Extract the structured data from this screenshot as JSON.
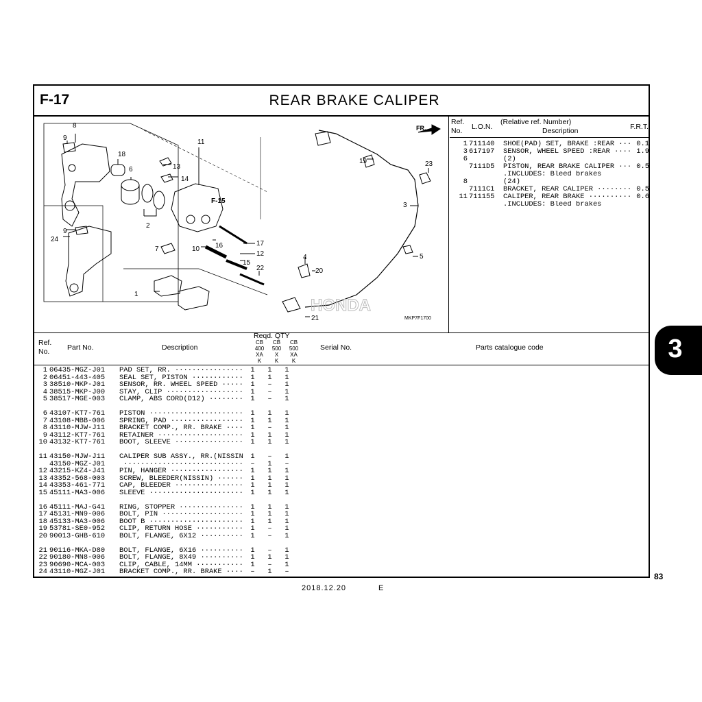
{
  "header": {
    "section": "F-17",
    "title": "REAR BRAKE CALIPER"
  },
  "diagram": {
    "callouts": [
      "8",
      "9",
      "18",
      "6",
      "13",
      "14",
      "11",
      "F-15",
      "24",
      "9",
      "2",
      "17",
      "16",
      "10",
      "12",
      "15",
      "7",
      "22",
      "1",
      "4",
      "20",
      "21",
      "19",
      "23",
      "3",
      "5"
    ],
    "direction": "FR.",
    "brand": "HONDA",
    "code": "MKP7F1700"
  },
  "ref_table": {
    "head": {
      "ref": "Ref.",
      "no": "No.",
      "lon": "L.O.N.",
      "rel": "(Relative ref. Number)",
      "desc": "Description",
      "frt": "F.R.T."
    },
    "rows": [
      {
        "ref": "1",
        "lon": "711140",
        "desc": "SHOE(PAD) SET, BRAKE :REAR ···",
        "frt": "0.1"
      },
      {
        "ref": "3",
        "lon": "617197",
        "desc": "SENSOR, WHEEL SPEED :REAR ····",
        "frt": "1.9"
      },
      {
        "ref": "6",
        "lon": "",
        "desc": "(2)",
        "frt": ""
      },
      {
        "ref": "",
        "lon": "7111D5",
        "desc": "PISTON, REAR BRAKE CALIPER ···",
        "frt": "0.5"
      },
      {
        "ref": "",
        "lon": "",
        "desc": ".INCLUDES: Bleed brakes",
        "frt": ""
      },
      {
        "ref": "8",
        "lon": "",
        "desc": "(24)",
        "frt": ""
      },
      {
        "ref": "",
        "lon": "7111C1",
        "desc": "BRACKET, REAR CALIPER ········",
        "frt": "0.5"
      },
      {
        "ref": "11",
        "lon": "711155",
        "desc": "CALIPER, REAR BRAKE ··········",
        "frt": "0.6"
      },
      {
        "ref": "",
        "lon": "",
        "desc": ".INCLUDES: Bleed brakes",
        "frt": ""
      }
    ]
  },
  "parts_head": {
    "ref": "Ref.",
    "no": "No.",
    "part_no": "Part No.",
    "desc": "Description",
    "reqd": "Reqd. QTY",
    "cols": [
      [
        "CB",
        "400",
        "XA",
        "K"
      ],
      [
        "CB",
        "500",
        "X",
        "K"
      ],
      [
        "CB",
        "500",
        "XA",
        "K"
      ]
    ],
    "serial": "Serial No.",
    "catalogue": "Parts catalogue code"
  },
  "parts": [
    [
      {
        "ref": "1",
        "no": "06435-MGZ-J01",
        "desc": "PAD SET, RR. ················",
        "q": [
          "1",
          "1",
          "1"
        ]
      },
      {
        "ref": "2",
        "no": "06451-443-405",
        "desc": "SEAL SET, PISTON ············",
        "q": [
          "1",
          "1",
          "1"
        ]
      },
      {
        "ref": "3",
        "no": "38510-MKP-J01",
        "desc": "SENSOR, RR. WHEEL SPEED ·····",
        "q": [
          "1",
          "–",
          "1"
        ]
      },
      {
        "ref": "4",
        "no": "38515-MKP-J00",
        "desc": "STAY, CLIP ··················",
        "q": [
          "1",
          "–",
          "1"
        ]
      },
      {
        "ref": "5",
        "no": "38517-MGE-003",
        "desc": "CLAMP, ABS CORD(D12) ········",
        "q": [
          "1",
          "–",
          "1"
        ]
      }
    ],
    [
      {
        "ref": "6",
        "no": "43107-KT7-761",
        "desc": "PISTON ······················",
        "q": [
          "1",
          "1",
          "1"
        ]
      },
      {
        "ref": "7",
        "no": "43108-MBB-006",
        "desc": "SPRING, PAD ·················",
        "q": [
          "1",
          "1",
          "1"
        ]
      },
      {
        "ref": "8",
        "no": "43110-MJW-J11",
        "desc": "BRACKET COMP., RR. BRAKE ····",
        "q": [
          "1",
          "–",
          "1"
        ]
      },
      {
        "ref": "9",
        "no": "43112-KT7-761",
        "desc": "RETAINER ····················",
        "q": [
          "1",
          "1",
          "1"
        ]
      },
      {
        "ref": "10",
        "no": "43132-KT7-761",
        "desc": "BOOT, SLEEVE ················",
        "q": [
          "1",
          "1",
          "1"
        ]
      }
    ],
    [
      {
        "ref": "11",
        "no": "43150-MJW-J11",
        "desc": "CALIPER SUB ASSY., RR.(NISSIN)",
        "q": [
          "1",
          "–",
          "1"
        ]
      },
      {
        "ref": "",
        "no": "43150-MGZ-J01",
        "desc": " ·····························",
        "q": [
          "–",
          "1",
          "–"
        ]
      },
      {
        "ref": "12",
        "no": "43215-KZ4-J41",
        "desc": "PIN, HANGER ·················",
        "q": [
          "1",
          "1",
          "1"
        ]
      },
      {
        "ref": "13",
        "no": "43352-568-003",
        "desc": "SCREW, BLEEDER(NISSIN) ······",
        "q": [
          "1",
          "1",
          "1"
        ]
      },
      {
        "ref": "14",
        "no": "43353-461-771",
        "desc": "CAP, BLEEDER ················",
        "q": [
          "1",
          "1",
          "1"
        ]
      },
      {
        "ref": "15",
        "no": "45111-MA3-006",
        "desc": "SLEEVE ······················",
        "q": [
          "1",
          "1",
          "1"
        ]
      }
    ],
    [
      {
        "ref": "16",
        "no": "45111-MAJ-G41",
        "desc": "RING, STOPPER ···············",
        "q": [
          "1",
          "1",
          "1"
        ]
      },
      {
        "ref": "17",
        "no": "45131-MN9-006",
        "desc": "BOLT, PIN ···················",
        "q": [
          "1",
          "1",
          "1"
        ]
      },
      {
        "ref": "18",
        "no": "45133-MA3-006",
        "desc": "BOOT B ······················",
        "q": [
          "1",
          "1",
          "1"
        ]
      },
      {
        "ref": "19",
        "no": "53781-SE0-952",
        "desc": "CLIP, RETURN HOSE ···········",
        "q": [
          "1",
          "–",
          "1"
        ]
      },
      {
        "ref": "20",
        "no": "90013-GHB-610",
        "desc": "BOLT, FLANGE, 6X12 ··········",
        "q": [
          "1",
          "–",
          "1"
        ]
      }
    ],
    [
      {
        "ref": "21",
        "no": "90116-MKA-D80",
        "desc": "BOLT, FLANGE, 6X16 ··········",
        "q": [
          "1",
          "–",
          "1"
        ]
      },
      {
        "ref": "22",
        "no": "90180-MN8-006",
        "desc": "BOLT, FLANGE, 8X49 ··········",
        "q": [
          "1",
          "1",
          "1"
        ]
      },
      {
        "ref": "23",
        "no": "90690-MCA-003",
        "desc": "CLIP, CABLE, 14MM ···········",
        "q": [
          "1",
          "–",
          "1"
        ]
      },
      {
        "ref": "24",
        "no": "43110-MGZ-J01",
        "desc": "BRACKET COMP., RR. BRAKE ····",
        "q": [
          "–",
          "1",
          "–"
        ]
      }
    ]
  ],
  "footer": {
    "date": "2018.12.20",
    "edition": "E",
    "page": "83",
    "chapter": "3"
  }
}
